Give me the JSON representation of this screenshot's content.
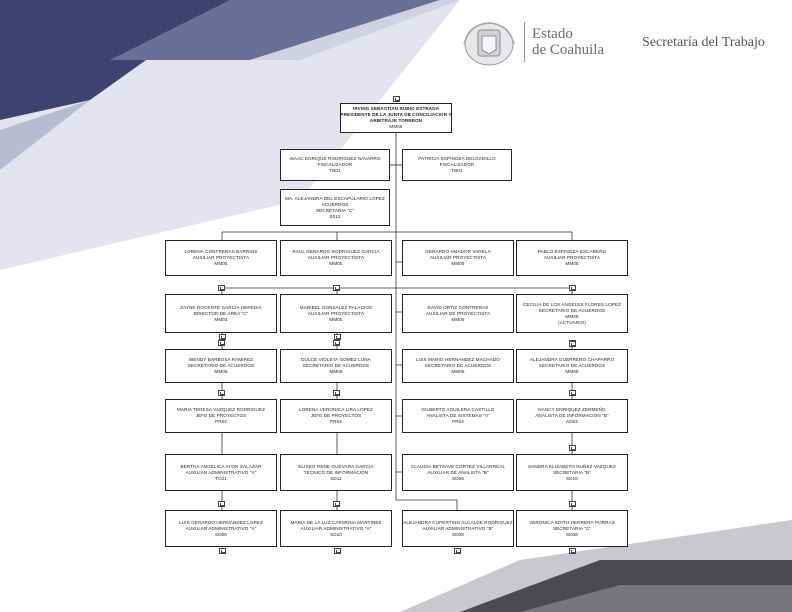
{
  "header": {
    "state_line1": "Estado",
    "state_line2": "de Coahuila",
    "department": "Secretaría del Trabajo",
    "logo_icon": "coat-of-arms-icon"
  },
  "colors": {
    "primary_band": "#3d4270",
    "light_band": "#d4d6e6",
    "dark_band": "#4a4a4f",
    "gray_band": "#8a8a90"
  },
  "org": {
    "root": [
      "IRVING SEBASTIAN RUBIO ESTRADA",
      "PRESIDENTE DE LA JUNTA DE CONCILIACION Y",
      "ARBITRAJE TORREON",
      "MM05"
    ],
    "fiscal_left": [
      "ISAAC ENRIQUE RODRIGUEZ NAVARRO",
      "FISCALIZADOR",
      "TB01"
    ],
    "fiscal_right": [
      "PATRICIA ESPINOZA DELGADILLO",
      "FISCALIZADOR",
      "TB01"
    ],
    "secretary": [
      "MA. ALEJANDRA DEL ESCAPULARIO LOPEZ",
      "ACUERDOS",
      "SECRETARIA \"C\"",
      "S012"
    ],
    "row1": [
      [
        "LORENA CONTRERAS BARRIOS",
        "AUXILIAR PROYECTISTA",
        "MM05"
      ],
      [
        "RAUL GERARDO RODRIGUEZ GARCIA",
        "AUXILIAR PROYECTISTA",
        "MM05"
      ],
      [
        "GERARDO AMADOR VARELA",
        "AUXILIAR PROYECTISTA",
        "MM05"
      ],
      [
        "PABLO ESPINOZA ESCAREÑO",
        "AUXILIAR PROYECTISTA",
        "MM05"
      ]
    ],
    "row2": [
      [
        "ZAYNE ROCENTE GARCIA HEREDIA",
        "DIRECTOR DE AREA \"C\"",
        "MM03"
      ],
      [
        "MARIBEL GONZALEZ PALACIOS",
        "AUXILIAR PROYECTISTA",
        "MM05"
      ],
      [
        "DAVID ORTIZ CONTRERAS",
        "AUXILIAR DE PROYECTISTA",
        "MM05"
      ],
      [
        "CECILIA DE LOS ANGELES FLORES LOPEZ",
        "SECRETARIO DE ACUERDOS",
        "MM06",
        "(ACTUARIO)"
      ]
    ],
    "row3": [
      [
        "WENDY BARBOSA RAMIREZ",
        "SECRETARIO DE ACUERDOS",
        "MM06"
      ],
      [
        "DULCE VIOLETA GOMEZ LUNA",
        "SECRETARIO DE ACUERDOS",
        "MM06"
      ],
      [
        "LUIS MARIO HERNANDEZ MACHADO",
        "SECRETARIO DE ACUERDOS",
        "MM05"
      ],
      [
        "ALEJANDRA GUERRERO CHAPARRO",
        "SECRETARIO DE ACUERDOS",
        "MM06"
      ]
    ],
    "row4": [
      [
        "MARIA TERESA VAZQUEZ RODRIGUEZ",
        "JEFE DE PROYECTOS",
        "PR02"
      ],
      [
        "LORENA VERONICA LIRA LOPEZ",
        "JEFE DE PROYECTOS",
        "PR02"
      ],
      [
        "GILBERTO AGUILERA CASTILLO",
        "ANALISTA DE SISTEMAS \"A\"",
        "PR03"
      ],
      [
        "NANCY ENRIQUEZ ZERMEÑO",
        "ANALISTA DE INFORMACION \"B\"",
        "AD02"
      ]
    ],
    "row5": [
      [
        "BERTHA ANGELICA AYON SALAZAR",
        "AUXILIAR ADMINISTRATIVO \"A\"",
        "TC01"
      ],
      [
        "ELISEO RENE GUEVARA GARCIA",
        "TECNICO DE INFORMACION",
        "SD11"
      ],
      [
        "CLAUDIA BETSAVE CORTEZ VILLARREAL",
        "AUXILIAR DE ANALISTA \"B\"",
        "SD08"
      ],
      [
        "SANDRA ELIZABETH NUÑEZ VAZQUEZ",
        "SECRETARIA \"B\"",
        "SD10"
      ]
    ],
    "row6": [
      [
        "LUIS GERARDO HERNANDEZ LOPEZ",
        "AUXILIAR ADMINISTRATIVO \"A\"",
        "SD08"
      ],
      [
        "MARIA DE LA LUZ CARMONA MARTINEZ",
        "AUXILIAR ADMINISTRATIVO \"A\"",
        "SD10"
      ],
      [
        "ALEJANDRA CUPERTINO ALCALDE RODRIGUEZ",
        "AUXILIAR ADMINISTRATIVO \"B\"",
        "SD08"
      ],
      [
        "VERONICA EDITH HERRERA PORRAS",
        "SECRETARIA \"C\"",
        "SD08"
      ]
    ]
  }
}
